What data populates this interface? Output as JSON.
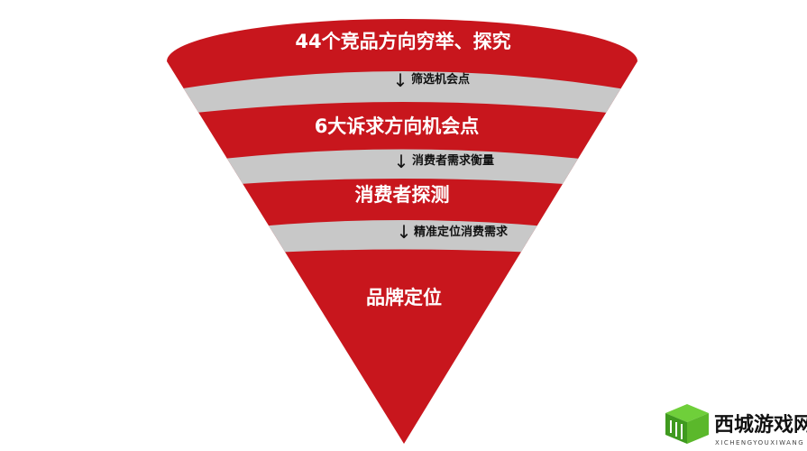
{
  "funnel": {
    "colors": {
      "red": "#c8161d",
      "gray": "#c8c8c8",
      "text_light": "#ffffff",
      "text_dark": "#111111"
    },
    "stages": [
      {
        "title": "44个竞品方向穷举、探究"
      },
      {
        "title": "6大诉求方向机会点"
      },
      {
        "title": "消费者探测"
      },
      {
        "title": "品牌定位"
      }
    ],
    "connectors": [
      {
        "arrow": "↓",
        "label": "筛选机会点"
      },
      {
        "arrow": "↓",
        "label": "消费者需求衡量"
      },
      {
        "arrow": "↓",
        "label": "精准定位消费需求"
      }
    ]
  },
  "watermark": {
    "name": "西城游戏网",
    "subtitle": "XICHENGYOUXIWANG",
    "logo_color": "#4caf28"
  }
}
